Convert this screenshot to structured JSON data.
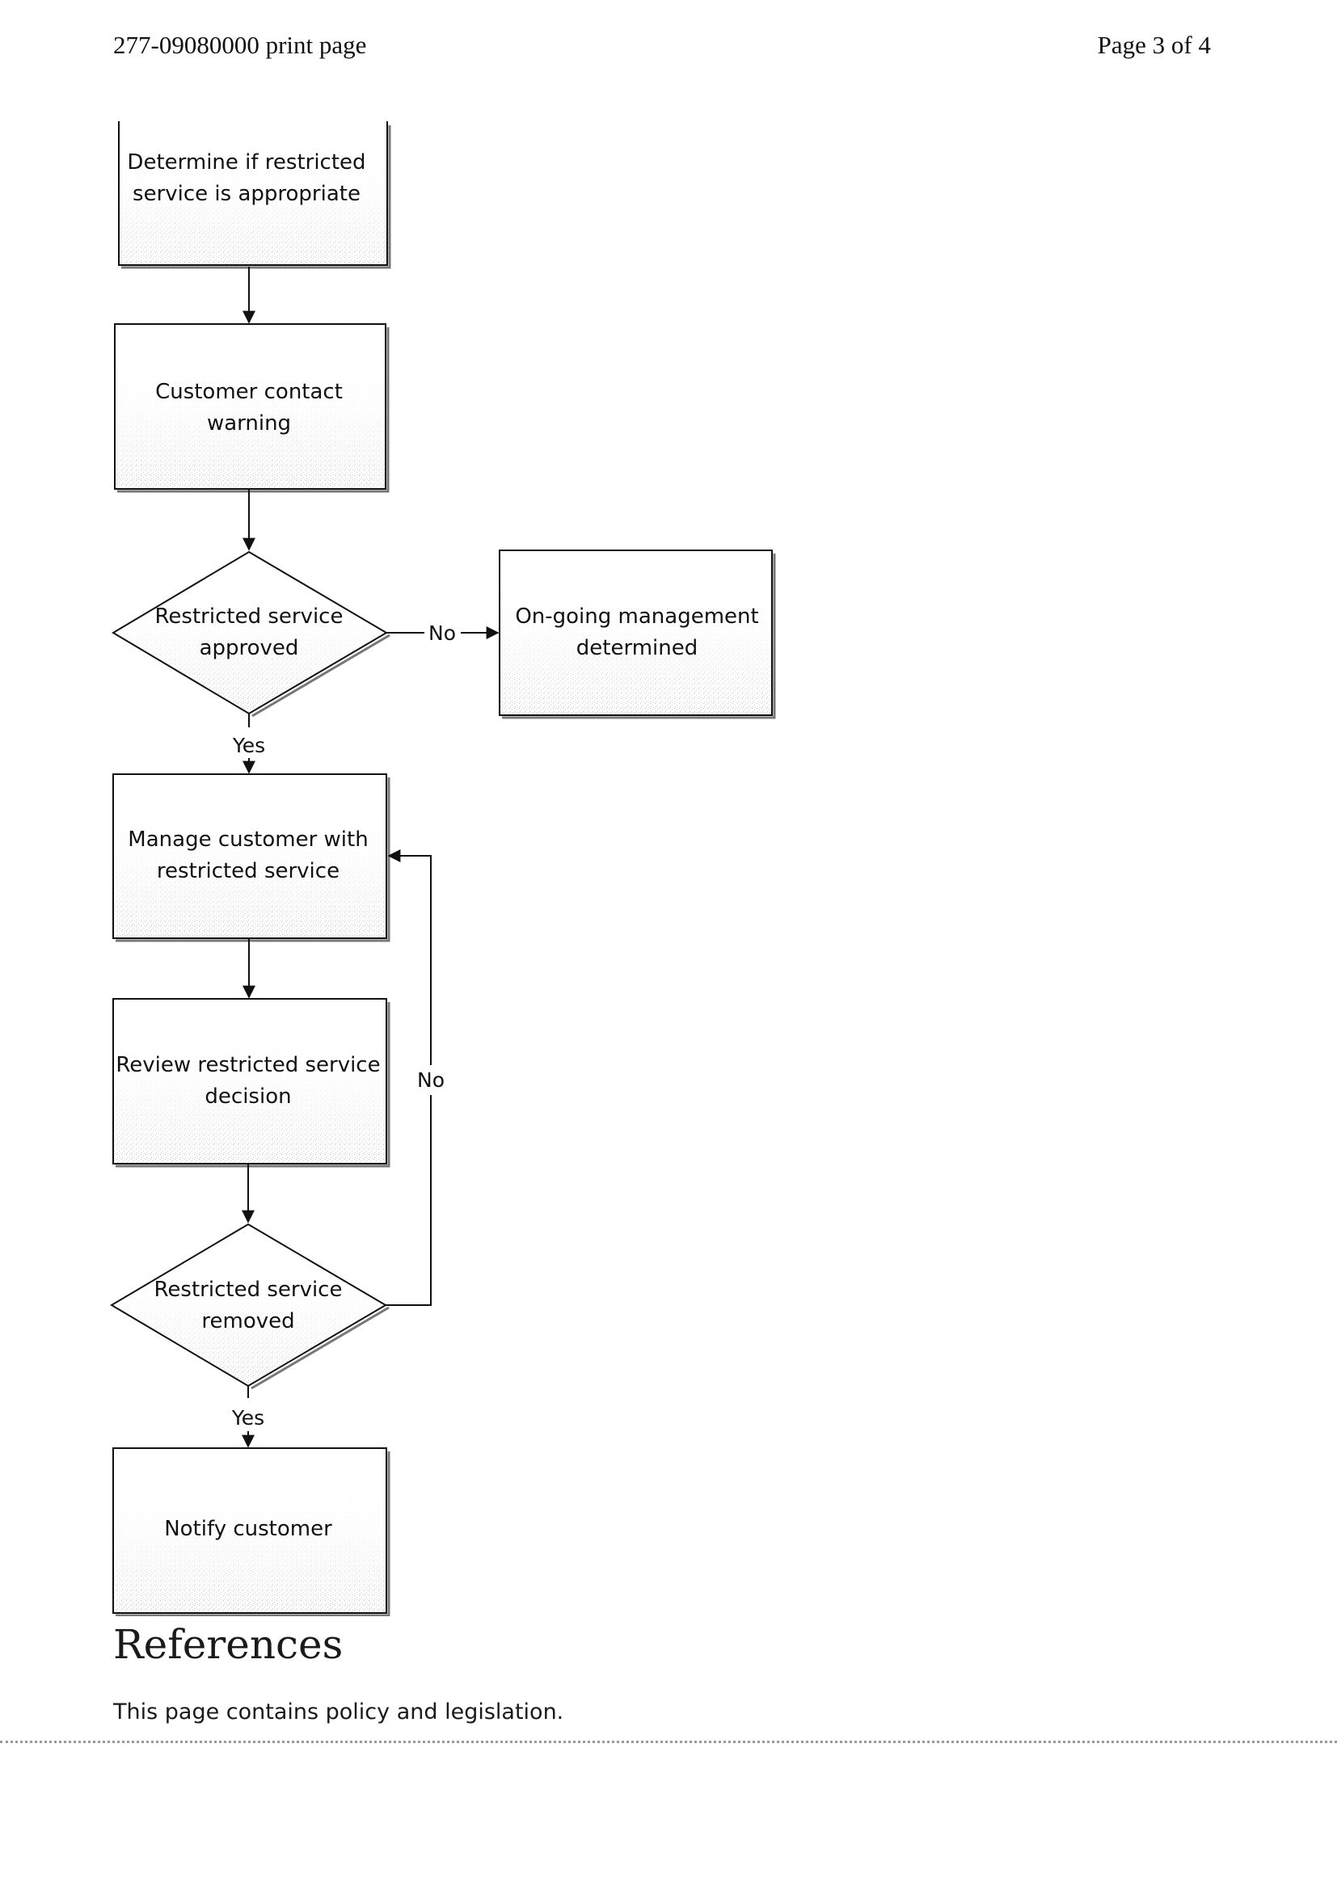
{
  "header": {
    "doc_id": "277-09080000 print page",
    "page": "Page 3 of 4"
  },
  "flowchart": {
    "nodes": [
      {
        "id": "determine",
        "shape": "rect",
        "lines": [
          "Determine if restricted",
          "service is appropriate"
        ]
      },
      {
        "id": "warning",
        "shape": "rect",
        "lines": [
          "Customer contact",
          "warning"
        ]
      },
      {
        "id": "approved",
        "shape": "diamond",
        "lines": [
          "Restricted service",
          "approved"
        ]
      },
      {
        "id": "ongoing",
        "shape": "rect",
        "lines": [
          "On-going management",
          "determined"
        ]
      },
      {
        "id": "manage",
        "shape": "rect",
        "lines": [
          "Manage customer with",
          "restricted service"
        ]
      },
      {
        "id": "review",
        "shape": "rect",
        "lines": [
          "Review restricted service",
          "decision"
        ]
      },
      {
        "id": "removed",
        "shape": "diamond",
        "lines": [
          "Restricted service",
          "removed"
        ]
      },
      {
        "id": "notify",
        "shape": "rect",
        "lines": [
          "Notify customer"
        ]
      }
    ],
    "edges": [
      {
        "from": "determine",
        "to": "warning",
        "label": ""
      },
      {
        "from": "warning",
        "to": "approved",
        "label": ""
      },
      {
        "from": "approved",
        "to": "ongoing",
        "label": "No"
      },
      {
        "from": "approved",
        "to": "manage",
        "label": "Yes"
      },
      {
        "from": "manage",
        "to": "review",
        "label": ""
      },
      {
        "from": "review",
        "to": "removed",
        "label": ""
      },
      {
        "from": "removed",
        "to": "manage",
        "label": "No"
      },
      {
        "from": "removed",
        "to": "notify",
        "label": "Yes"
      }
    ]
  },
  "references": {
    "title": "References",
    "text": "This page contains policy and legislation."
  }
}
